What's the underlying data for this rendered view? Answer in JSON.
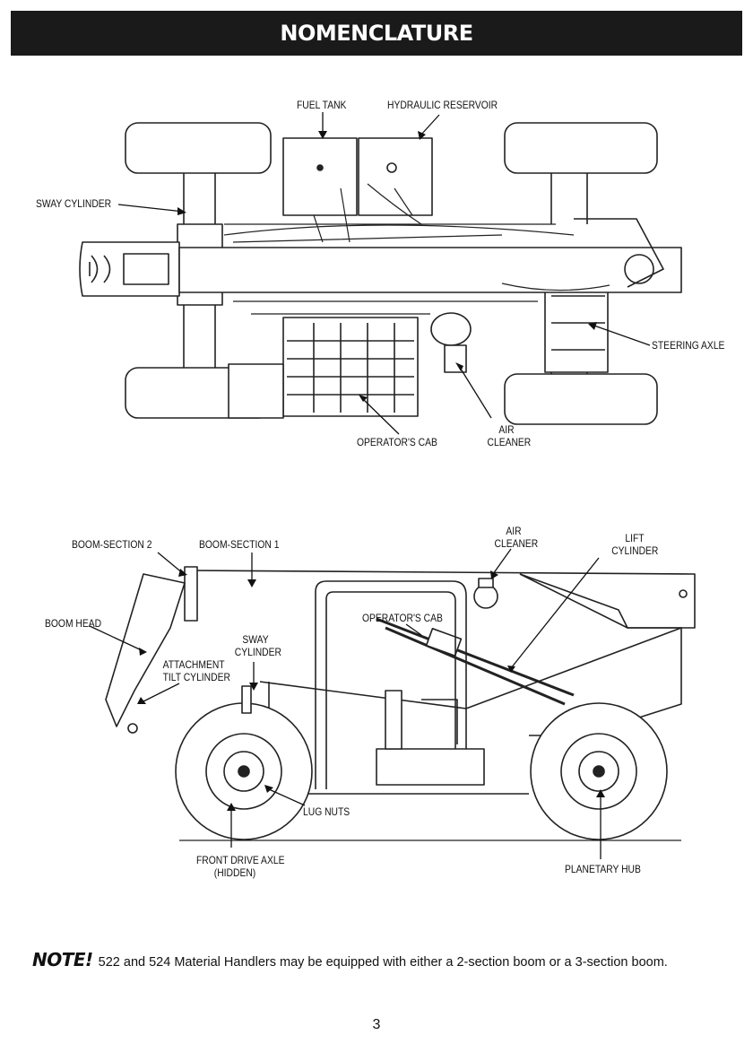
{
  "header": {
    "title": "NOMENCLATURE"
  },
  "top_view": {
    "fuel_tank": "FUEL TANK",
    "hydraulic_reservoir": "HYDRAULIC RESERVOIR",
    "sway_cylinder": "SWAY CYLINDER",
    "steering_axle": "STEERING AXLE",
    "air_cleaner": [
      "AIR",
      "CLEANER"
    ],
    "operators_cab": "OPERATOR'S CAB"
  },
  "side_view": {
    "boom_section_2": "BOOM-SECTION 2",
    "boom_section_1": "BOOM-SECTION 1",
    "air_cleaner": [
      "AIR",
      "CLEANER"
    ],
    "lift_cylinder": [
      "LIFT",
      "CYLINDER"
    ],
    "boom_head": "BOOM HEAD",
    "operators_cab": "OPERATOR'S CAB",
    "sway_cylinder": [
      "SWAY",
      "CYLINDER"
    ],
    "attachment_tilt_cylinder": [
      "ATTACHMENT",
      "TILT CYLINDER"
    ],
    "lug_nuts": "LUG NUTS",
    "front_drive_axle": [
      "FRONT DRIVE AXLE",
      "(HIDDEN)"
    ],
    "planetary_hub": "PLANETARY HUB"
  },
  "note": {
    "label": "NOTE!",
    "text": "522 and 524 Material Handlers may be equipped with either a 2-section boom or a 3-section boom."
  },
  "page_number": "3"
}
